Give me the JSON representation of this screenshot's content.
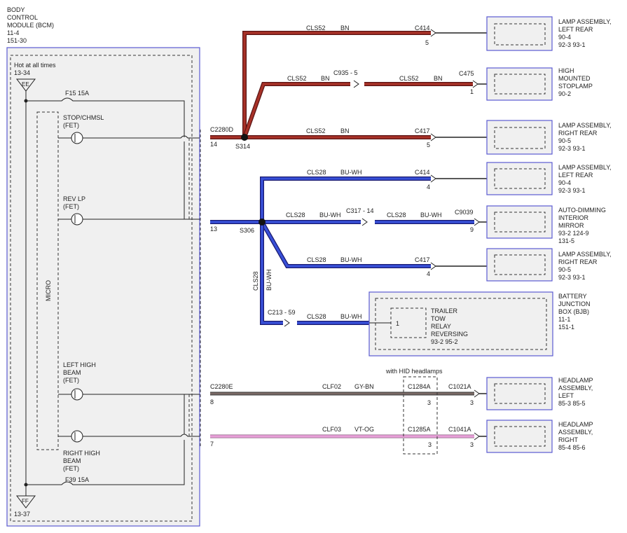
{
  "bcm": {
    "title_lines": [
      "BODY",
      "CONTROL",
      "MODULE (BCM)",
      "11-4",
      "151-30"
    ],
    "hot_label": "Hot at all times",
    "hot_ref": "13-34",
    "ee": "EE",
    "ff": "FF",
    "ff_ref": "13-37",
    "micro": "MICRO",
    "fuse_top": "F15  15A",
    "fuse_bottom": "F39  15A",
    "fet_stop": [
      "STOP/CHMSL",
      "(FET)"
    ],
    "fet_rev": [
      "REV LP",
      "(FET)"
    ],
    "fet_lhb": [
      "LEFT HIGH",
      "BEAM",
      "(FET)"
    ],
    "fet_rhb": [
      "RIGHT HIGH",
      "BEAM",
      "(FET)"
    ]
  },
  "connectors": {
    "c2280d": "C2280D",
    "pin14": "14",
    "s314": "S314",
    "pin13": "13",
    "s306": "S306",
    "c2280e": "C2280E",
    "pin8": "8",
    "pin7": "7"
  },
  "wires": {
    "cls52": "CLS52",
    "bn": "BN",
    "cls28": "CLS28",
    "buwh": "BU-WH",
    "clf02": "CLF02",
    "gybn": "GY-BN",
    "clf03": "CLF03",
    "vtog": "VT-OG",
    "c935": "C935 - 5",
    "c317": "C317 - 14",
    "c213": "C213 - 59",
    "c414": "C414",
    "c475": "C475",
    "c417": "C417",
    "c9039": "C9039",
    "c1284a": "C1284A",
    "c1285a": "C1285A",
    "c1021a": "C1021A",
    "c1041a": "C1041A",
    "hid": "with HID headlamps",
    "p5": "5",
    "p1": "1",
    "p4": "4",
    "p9": "9",
    "p3": "3"
  },
  "components": {
    "lamp_lr": [
      "LAMP ASSEMBLY,",
      "LEFT REAR",
      "90-4",
      "92-3    93-1"
    ],
    "chmsl": [
      "HIGH",
      "MOUNTED",
      "STOPLAMP",
      "90-2"
    ],
    "lamp_rr": [
      "LAMP ASSEMBLY,",
      "RIGHT REAR",
      "90-5",
      "92-3    93-1"
    ],
    "mirror": [
      "AUTO-DIMMING",
      "INTERIOR",
      "MIRROR",
      "93-2      124-9",
      "131-5"
    ],
    "bjb": [
      "BATTERY",
      "JUNCTION",
      "BOX (BJB)",
      "11-1",
      "151-1"
    ],
    "relay": [
      "TRAILER",
      "TOW",
      "RELAY",
      "REVERSING",
      "93-2    95-2"
    ],
    "relay_pin": "1",
    "hl_left": [
      "HEADLAMP",
      "ASSEMBLY,",
      "LEFT",
      "85-3    85-5"
    ],
    "hl_right": [
      "HEADLAMP",
      "ASSEMBLY,",
      "RIGHT",
      "85-4    85-6"
    ]
  }
}
